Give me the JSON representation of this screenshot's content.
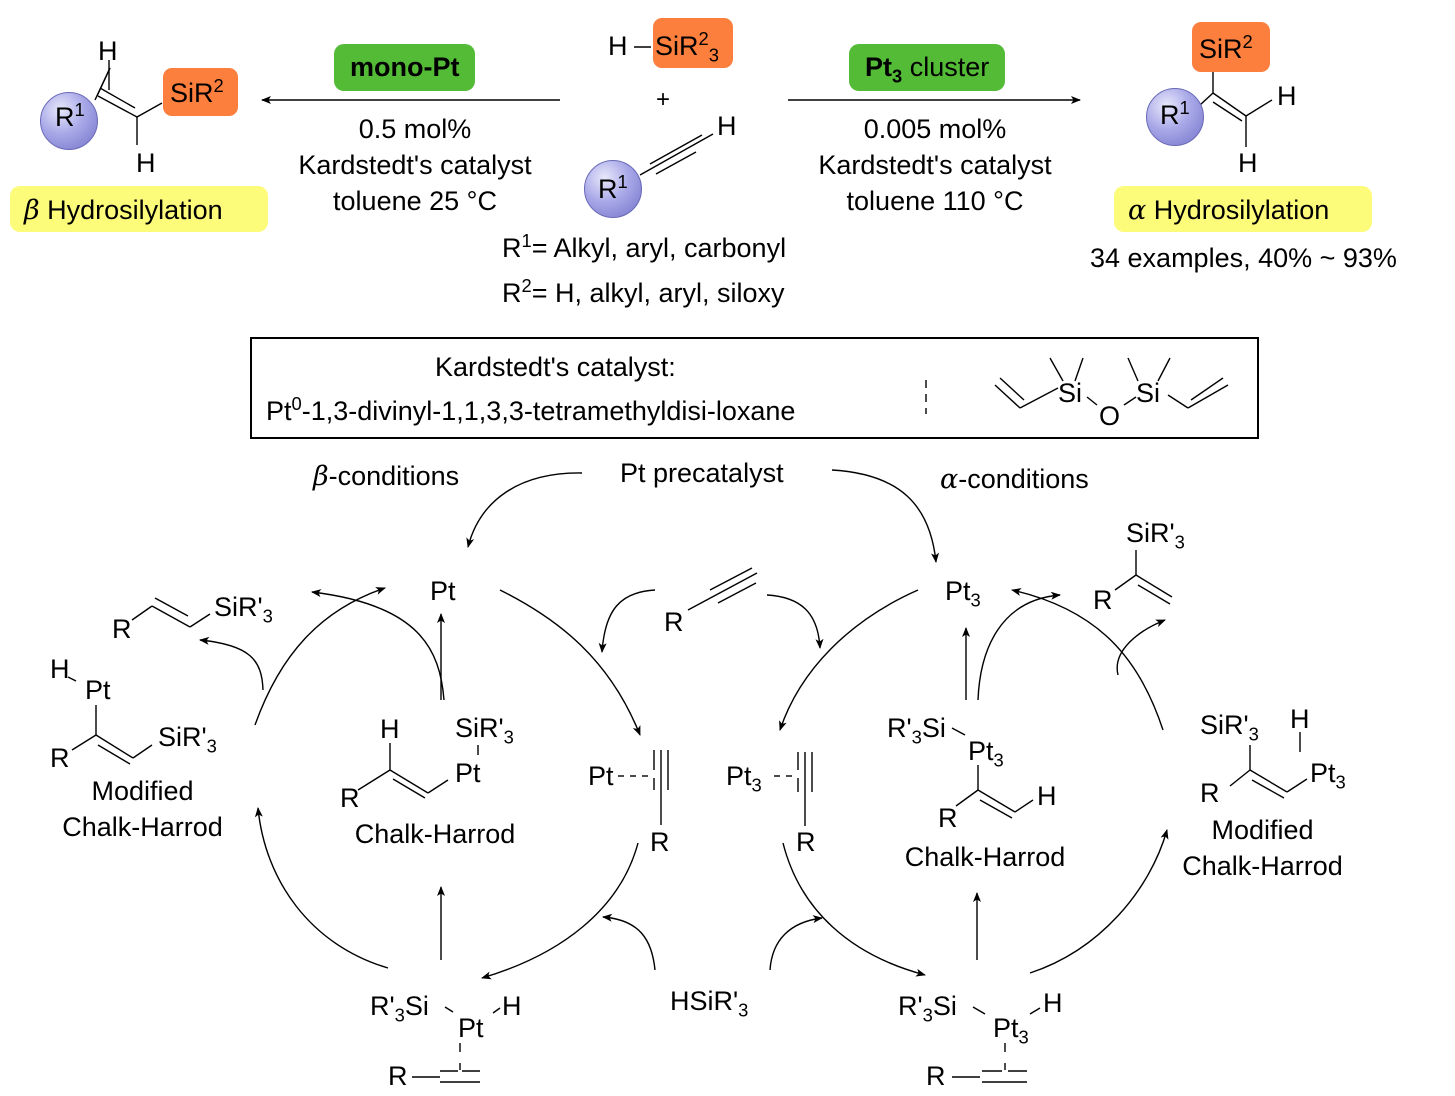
{
  "top": {
    "left_arrow": {
      "badge": "mono-Pt",
      "line1": "0.5 mol%",
      "line2": "Kardstedt's catalyst",
      "line3": "toluene 25 °C"
    },
    "right_arrow": {
      "badge_bold": "Pt",
      "badge_sub": "3",
      "badge_rest": " cluster",
      "line1": "0.005 mol%",
      "line2": "Kardstedt's catalyst",
      "line3": "toluene 110 °C"
    },
    "reagents": {
      "silane_h": "H",
      "silane_group": "SiR",
      "silane_sup": "2",
      "silane_sub": "3",
      "plus": "+",
      "alkyne_h": "H",
      "r1": "R",
      "r1_sup": "1",
      "r1_def_label": "R",
      "r1_def_sup": "1",
      "r1_def": "= Alkyl, aryl, carbonyl",
      "r2_def_label": "R",
      "r2_def_sup": "2",
      "r2_def": "= H, alkyl, aryl, siloxy"
    },
    "beta_product": {
      "h_top": "H",
      "h_bottom": "H",
      "si_group": "SiR",
      "si_sup": "2",
      "r1": "R",
      "r1_sup": "1",
      "greek": "β",
      "label": " Hydrosilylation"
    },
    "alpha_product": {
      "h_right": "H",
      "h_bottom": "H",
      "si_group": "SiR",
      "si_sup": "2",
      "r1": "R",
      "r1_sup": "1",
      "greek": "α",
      "label": " Hydrosilylation",
      "scope": "34 examples, 40% ~ 93%"
    }
  },
  "catalyst_box": {
    "title": "Kardstedt's catalyst:",
    "name_prefix": "Pt",
    "name_sup": "0",
    "name_rest": "-1,3-divinyl-1,1,3,3-tetramethyldisi-loxane",
    "si1": "Si",
    "si2": "Si",
    "o": "O"
  },
  "mechanism": {
    "precatalyst": "Pt precatalyst",
    "beta_conditions_greek": "β",
    "beta_conditions": "-conditions",
    "alpha_conditions_greek": "α",
    "alpha_conditions": "-conditions",
    "alkyne_r": "R",
    "hsilane": "HSiR'",
    "hsilane_sub": "3",
    "beta_cycle": {
      "catalyst": "Pt",
      "product_r": "R",
      "product_si": "SiR'",
      "product_si_sub": "3",
      "pi_complex_metal": "Pt",
      "pi_complex_r": "R",
      "ox_add_si": "R'",
      "ox_add_si_sub": "3",
      "ox_add_si_rest": "Si",
      "ox_add_metal": "Pt",
      "ox_add_h": "H",
      "ox_add_r": "R",
      "ch_intermediate": {
        "h": "H",
        "si": "SiR'",
        "si_sub": "3",
        "metal": "Pt",
        "r": "R",
        "label": "Chalk-Harrod"
      },
      "mch_intermediate": {
        "h": "H",
        "metal": "Pt",
        "si": "SiR'",
        "si_sub": "3",
        "r": "R",
        "label1": "Modified",
        "label2": "Chalk-Harrod"
      }
    },
    "alpha_cycle": {
      "catalyst": "Pt",
      "catalyst_sub": "3",
      "product_si": "SiR'",
      "product_si_sub": "3",
      "product_r": "R",
      "pi_complex_metal": "Pt",
      "pi_complex_metal_sub": "3",
      "pi_complex_r": "R",
      "ox_add_si": "R'",
      "ox_add_si_sub": "3",
      "ox_add_si_rest": "Si",
      "ox_add_metal": "Pt",
      "ox_add_metal_sub": "3",
      "ox_add_h": "H",
      "ox_add_r": "R",
      "ch_intermediate": {
        "si": "R'",
        "si_sub": "3",
        "si_rest": "Si",
        "metal": "Pt",
        "metal_sub": "3",
        "r": "R",
        "h": "H",
        "label": "Chalk-Harrod"
      },
      "mch_intermediate": {
        "si": "SiR'",
        "si_sub": "3",
        "h": "H",
        "metal": "Pt",
        "metal_sub": "3",
        "r": "R",
        "label1": "Modified",
        "label2": "Chalk-Harrod"
      }
    }
  },
  "colors": {
    "mono_pt_badge": "#54bb36",
    "pt3_badge": "#54bb36",
    "silyl_highlight": "#fc7f3e",
    "hydrosilylation_highlight": "#fcfb7a",
    "r1_sphere": "#8c8cd8"
  }
}
